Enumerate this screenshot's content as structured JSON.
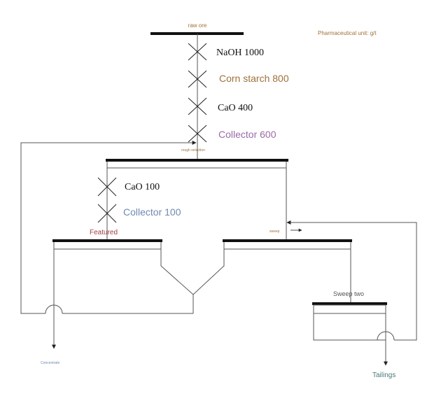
{
  "labels": {
    "raw_ore": "raw ore",
    "units": "Pharmaceutical unit: g/t",
    "reagent_naoh": "NaOH   1000",
    "reagent_corn_starch": "Corn starch 800",
    "reagent_cao_rough": "CaO   400",
    "reagent_collector_rough": "Collector 600",
    "rough_selection": "rough selection",
    "reagent_cao_clean": "CaO   100",
    "reagent_collector_clean": "Collector 100",
    "featured": "Featured",
    "sweep": "sweep",
    "sweep_two": "Sweep two",
    "concentrate": "Concentrate",
    "tailings": "Tailings"
  },
  "colors": {
    "line": "#555555",
    "bar": "#111111",
    "brown": "#a0703a",
    "purple": "#9b6aa8",
    "blue": "#6f8ab0",
    "red": "#a04040",
    "teal": "#4a7a7a",
    "gray": "#888888"
  }
}
